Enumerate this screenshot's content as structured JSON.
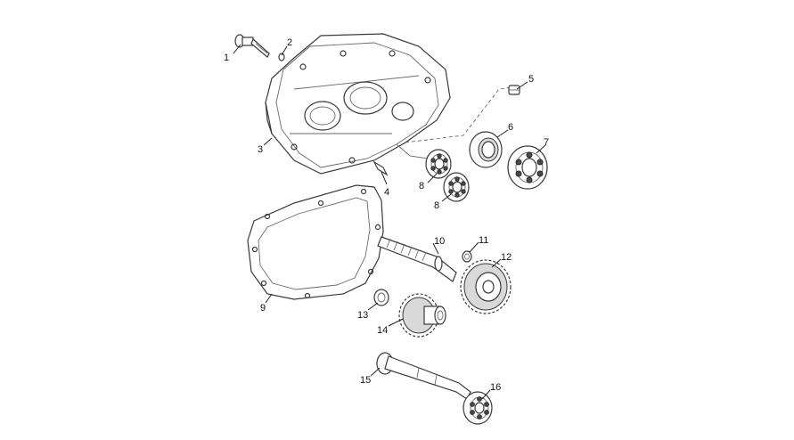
{
  "callouts": [
    {
      "id": "p1",
      "label": "1"
    },
    {
      "id": "p2",
      "label": "2"
    },
    {
      "id": "p3",
      "label": "3"
    },
    {
      "id": "p4",
      "label": "4"
    },
    {
      "id": "p5",
      "label": "5"
    },
    {
      "id": "p6",
      "label": "6"
    },
    {
      "id": "p7",
      "label": "7"
    },
    {
      "id": "p8a",
      "label": "8"
    },
    {
      "id": "p8b",
      "label": "8"
    },
    {
      "id": "p9",
      "label": "9"
    },
    {
      "id": "p10",
      "label": "10"
    },
    {
      "id": "p11",
      "label": "11"
    },
    {
      "id": "p12",
      "label": "12"
    },
    {
      "id": "p13",
      "label": "13"
    },
    {
      "id": "p14",
      "label": "14"
    },
    {
      "id": "p15",
      "label": "15"
    },
    {
      "id": "p16",
      "label": "16"
    }
  ]
}
